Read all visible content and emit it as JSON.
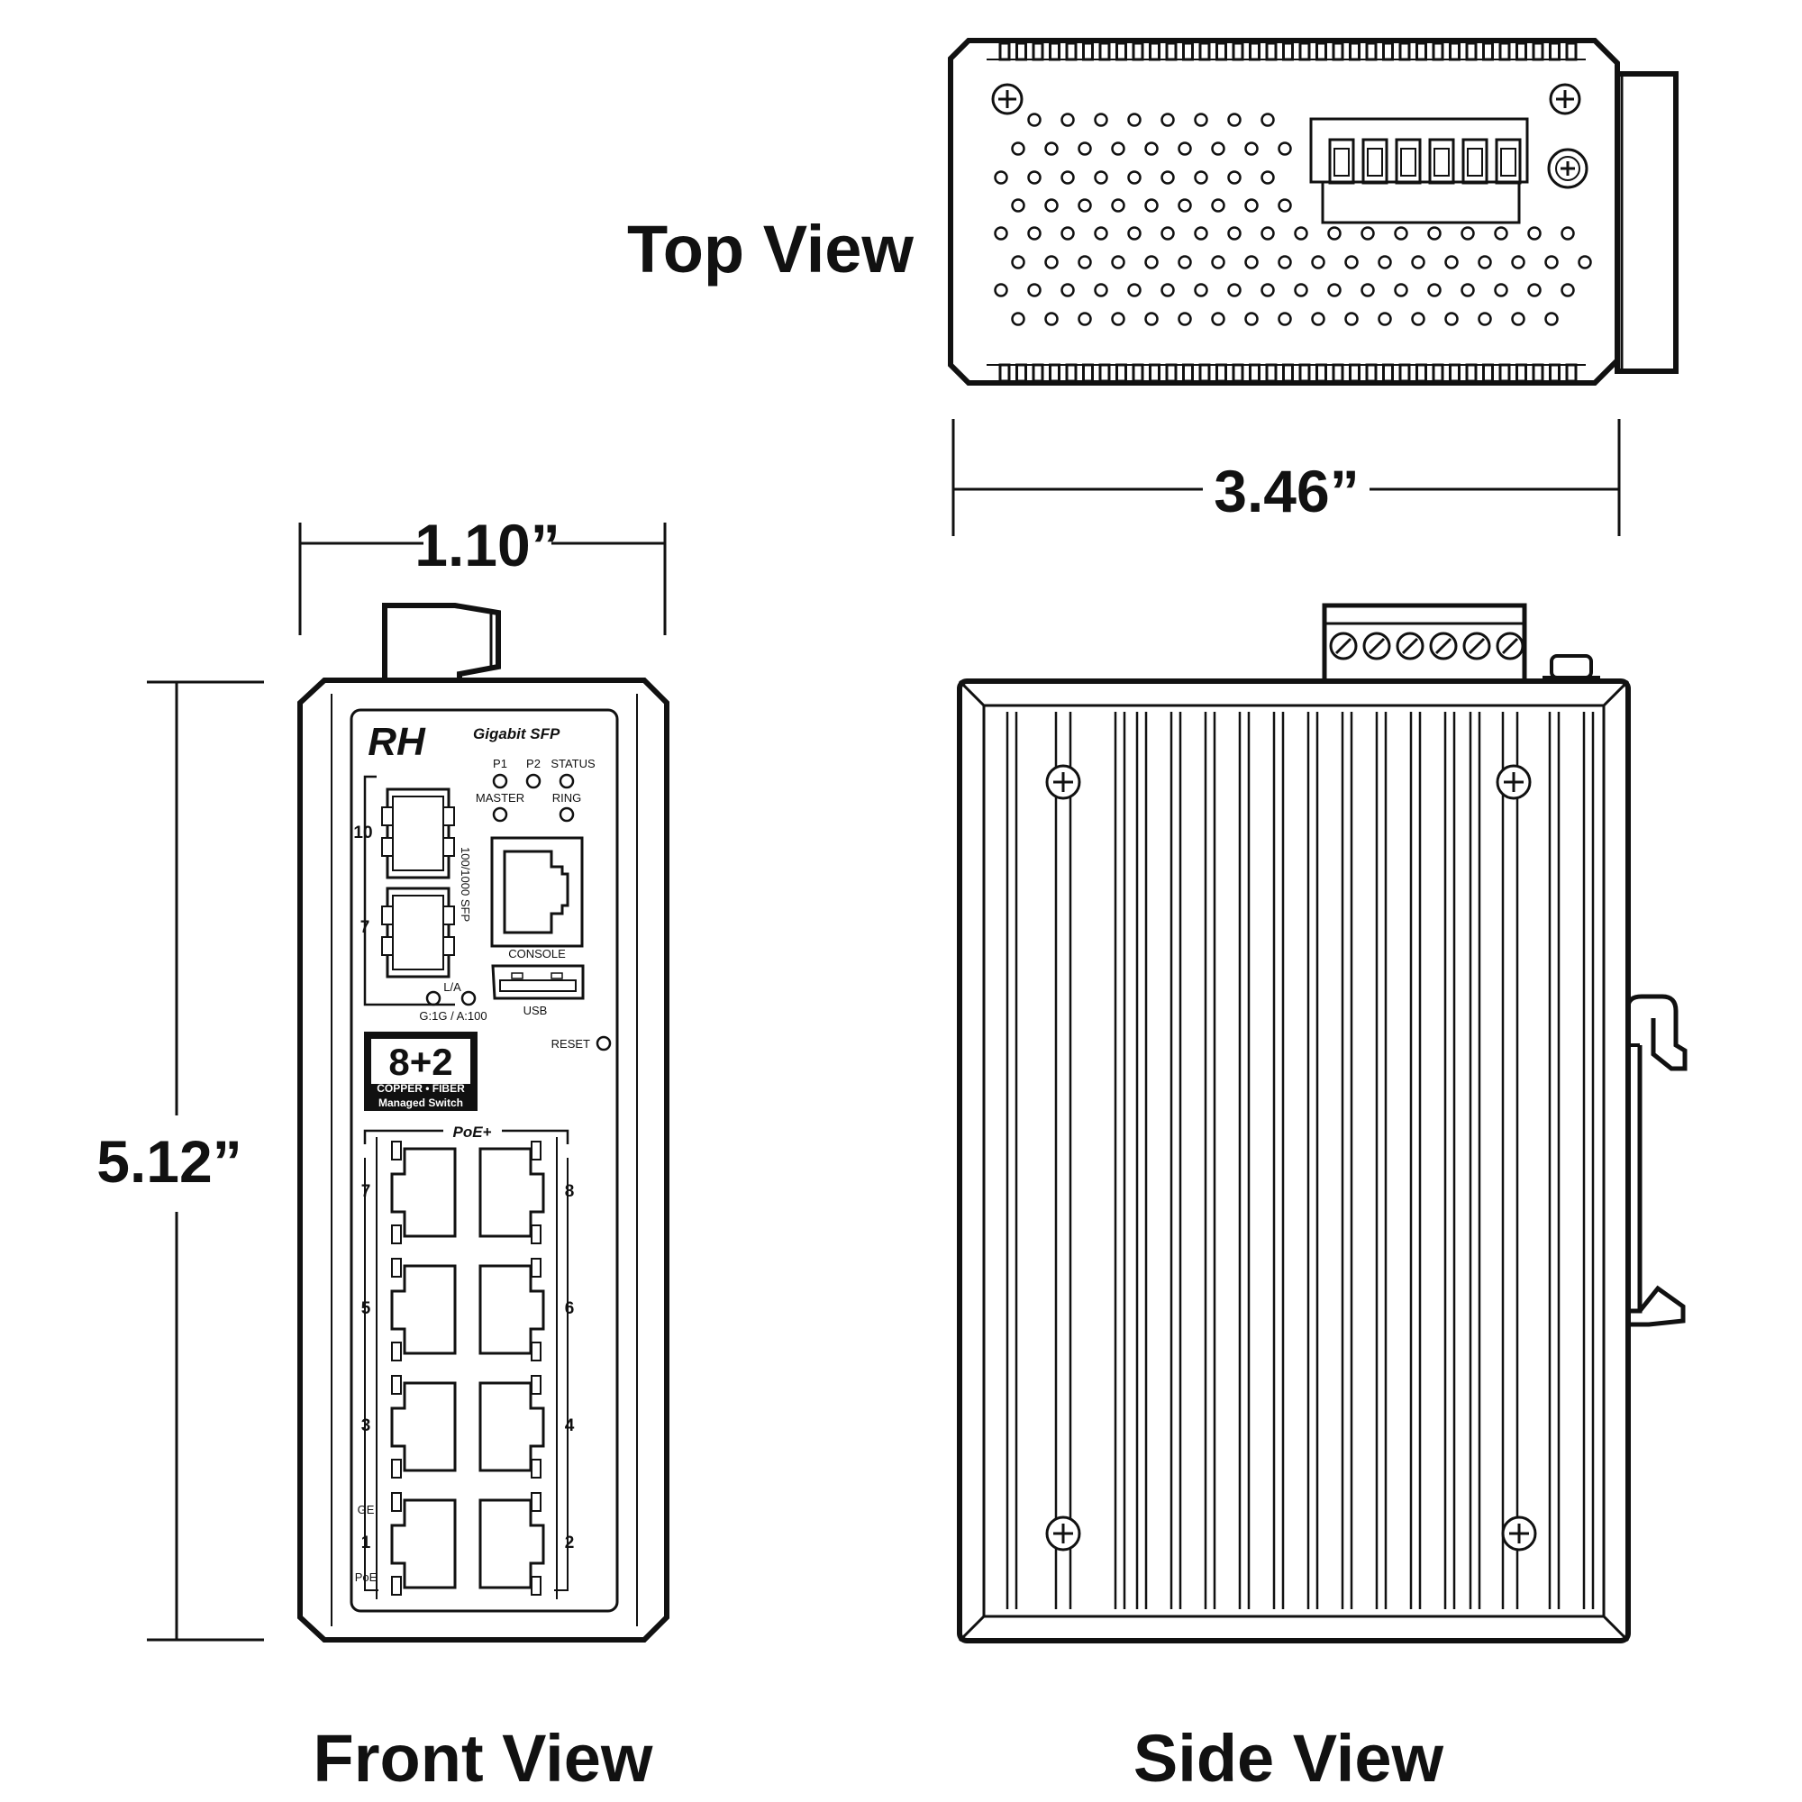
{
  "views": {
    "top": "Top View",
    "front": "Front View",
    "side": "Side View"
  },
  "dimensions": {
    "width_top": "3.46”",
    "width_front": "1.10”",
    "height_front": "5.12”"
  },
  "panel": {
    "logo": "RH",
    "product_line": "Gigabit SFP",
    "leds": {
      "p1": "P1",
      "p2": "P2",
      "status": "STATUS",
      "master": "MASTER",
      "ring": "RING"
    },
    "sfp_port_top": "10",
    "sfp_port_bottom": "7",
    "sfp_label": "100/1000 SFP",
    "la_label": "L/A",
    "speed_label": "G:1G / A:100",
    "console_label": "CONSOLE",
    "usb_label": "USB",
    "reset_label": "RESET",
    "badge": {
      "ports": "8+2",
      "type": "COPPER • FIBER",
      "kind": "Managed Switch"
    },
    "poe_label": "PoE+",
    "port_numbers": [
      "7",
      "8",
      "5",
      "6",
      "3",
      "4",
      "1",
      "2"
    ],
    "ge_label": "GE",
    "poe_small_label": "PoE"
  },
  "colors": {
    "line": "#111111",
    "background": "#ffffff"
  }
}
